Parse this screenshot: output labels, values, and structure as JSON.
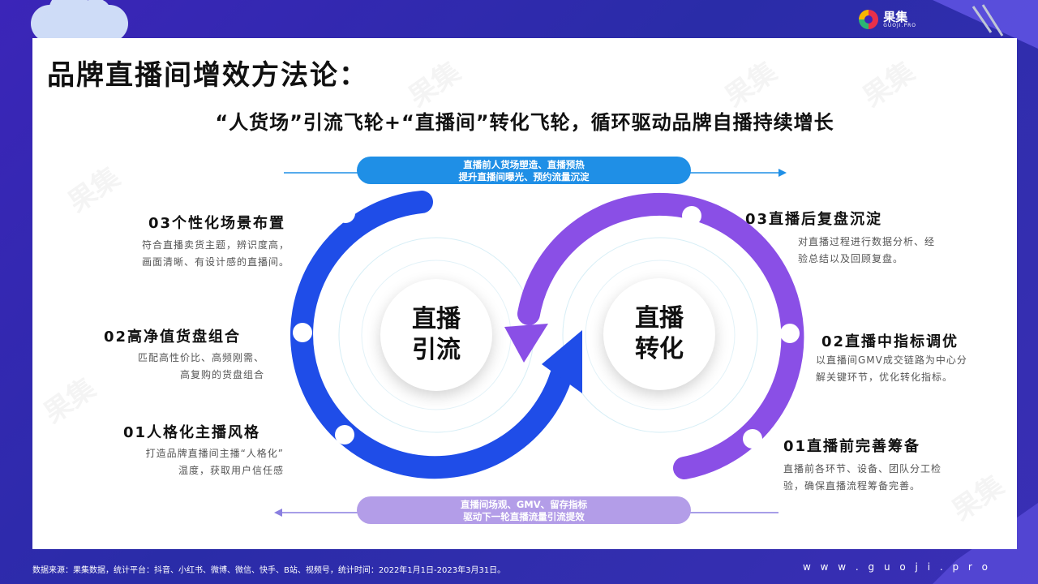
{
  "logo": {
    "name": "果集",
    "sub": "GUOJI.PRO"
  },
  "page": {
    "title": "品牌直播间增效方法论：",
    "subtitle": "“人货场”引流飞轮+“直播间”转化飞轮，循环驱动品牌自播持续增长"
  },
  "flow": {
    "top_pill": [
      "直播前人货场塑造、直播预热",
      "提升直播间曝光、预约流量沉淀"
    ],
    "bottom_pill": [
      "直播间场观、GMV、留存指标",
      "驱动下一轮直播流量引流提效"
    ]
  },
  "left_wheel": {
    "center": [
      "直播",
      "引流"
    ],
    "color": "#1f4de8",
    "steps": [
      {
        "title": "03个性化场景布置",
        "desc": [
          "符合直播卖货主题，辨识度高，",
          "画面清晰、有设计感的直播间。"
        ]
      },
      {
        "title": "02高净值货盘组合",
        "desc": [
          "匹配高性价比、高频刚需、",
          "高复购的货盘组合"
        ]
      },
      {
        "title": "01人格化主播风格",
        "desc": [
          "打造品牌直播间主播“人格化”",
          "温度，获取用户信任感"
        ]
      }
    ]
  },
  "right_wheel": {
    "center": [
      "直播",
      "转化"
    ],
    "color": "#8a4fe6",
    "steps": [
      {
        "title": "03直播后复盘沉淀",
        "desc": [
          "对直播过程进行数据分析、经",
          "验总结以及回顾复盘。"
        ]
      },
      {
        "title": "02直播中指标调优",
        "desc": [
          "以直播间GMV成交链路为中心分",
          "解关键环节，优化转化指标。"
        ]
      },
      {
        "title": "01直播前完善筹备",
        "desc": [
          "直播前各环节、设备、团队分工检",
          "验，确保直播流程筹备完善。"
        ]
      }
    ]
  },
  "footer": {
    "note": "数据来源：果集数据，统计平台：抖音、小红书、微博、微信、快手、B站、视频号，统计时间：2022年1月1日-2023年3月31日。",
    "url": "w w w . g u o j i . p r o"
  },
  "watermark": "果集"
}
